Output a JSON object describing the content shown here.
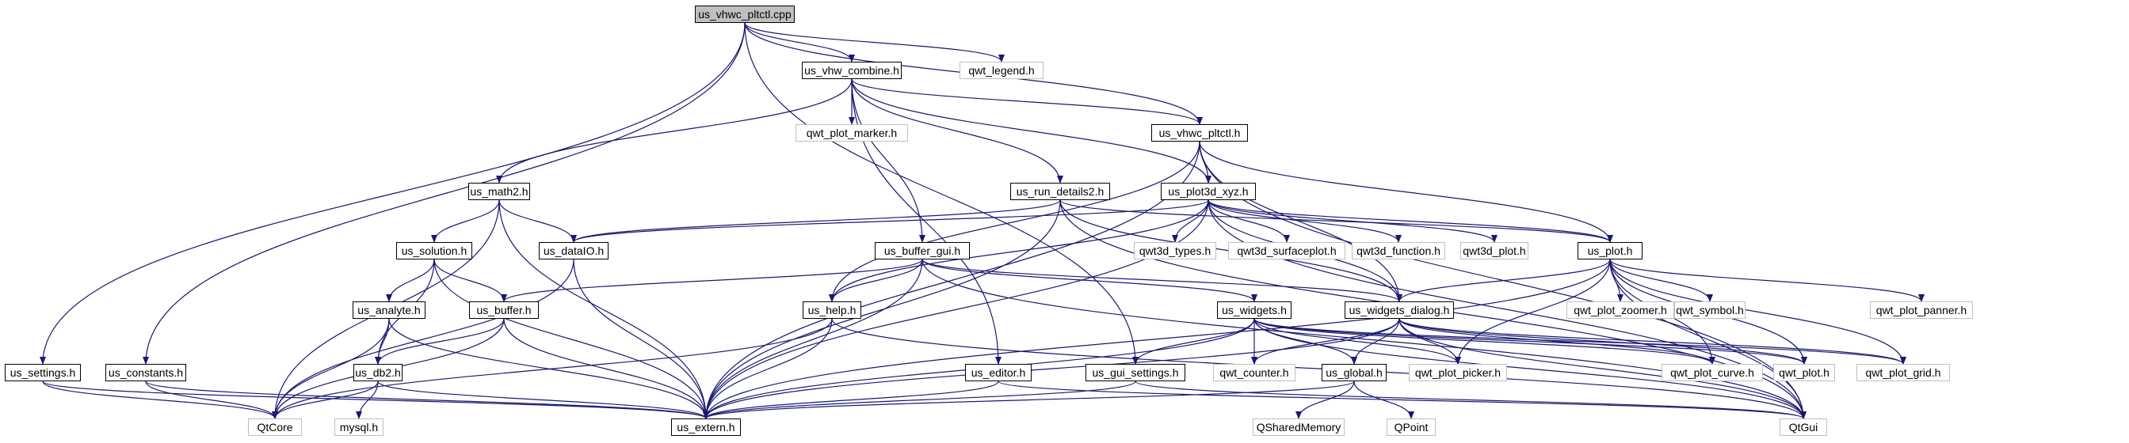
{
  "diagram": {
    "type": "include-dependency-graph",
    "nodes": [
      {
        "id": "root",
        "label": "us_vhwc_pltctl.cpp",
        "kind": "root"
      },
      {
        "id": "combine",
        "label": "us_vhw_combine.h",
        "kind": "local"
      },
      {
        "id": "qlegend",
        "label": "qwt_legend.h",
        "kind": "external"
      },
      {
        "id": "pltctl_h",
        "label": "us_vhwc_pltctl.h",
        "kind": "local"
      },
      {
        "id": "marker",
        "label": "qwt_plot_marker.h",
        "kind": "external"
      },
      {
        "id": "math2",
        "label": "us_math2.h",
        "kind": "local"
      },
      {
        "id": "rundet",
        "label": "us_run_details2.h",
        "kind": "local"
      },
      {
        "id": "plot3d",
        "label": "us_plot3d_xyz.h",
        "kind": "local"
      },
      {
        "id": "solution",
        "label": "us_solution.h",
        "kind": "local"
      },
      {
        "id": "dataio",
        "label": "us_dataIO.h",
        "kind": "local"
      },
      {
        "id": "bufgui",
        "label": "us_buffer_gui.h",
        "kind": "local"
      },
      {
        "id": "types3d",
        "label": "qwt3d_types.h",
        "kind": "external"
      },
      {
        "id": "surface3d",
        "label": "qwt3d_surfaceplot.h",
        "kind": "external"
      },
      {
        "id": "func3d",
        "label": "qwt3d_function.h",
        "kind": "external"
      },
      {
        "id": "plot3dq",
        "label": "qwt3d_plot.h",
        "kind": "external"
      },
      {
        "id": "usplot",
        "label": "us_plot.h",
        "kind": "local"
      },
      {
        "id": "settings",
        "label": "us_settings.h",
        "kind": "local"
      },
      {
        "id": "constants",
        "label": "us_constants.h",
        "kind": "local"
      },
      {
        "id": "analyte",
        "label": "us_analyte.h",
        "kind": "local"
      },
      {
        "id": "buffer",
        "label": "us_buffer.h",
        "kind": "local"
      },
      {
        "id": "help",
        "label": "us_help.h",
        "kind": "local"
      },
      {
        "id": "widgets",
        "label": "us_widgets.h",
        "kind": "local"
      },
      {
        "id": "wdialog",
        "label": "us_widgets_dialog.h",
        "kind": "local"
      },
      {
        "id": "zoomer",
        "label": "qwt_plot_zoomer.h",
        "kind": "external"
      },
      {
        "id": "symbol",
        "label": "qwt_symbol.h",
        "kind": "external"
      },
      {
        "id": "panner",
        "label": "qwt_plot_panner.h",
        "kind": "external"
      },
      {
        "id": "db2",
        "label": "us_db2.h",
        "kind": "local"
      },
      {
        "id": "editor",
        "label": "us_editor.h",
        "kind": "local"
      },
      {
        "id": "guiset",
        "label": "us_gui_settings.h",
        "kind": "local"
      },
      {
        "id": "counter",
        "label": "qwt_counter.h",
        "kind": "external"
      },
      {
        "id": "global",
        "label": "us_global.h",
        "kind": "local"
      },
      {
        "id": "picker",
        "label": "qwt_plot_picker.h",
        "kind": "external"
      },
      {
        "id": "curve",
        "label": "qwt_plot_curve.h",
        "kind": "external"
      },
      {
        "id": "qwtplot",
        "label": "qwt_plot.h",
        "kind": "external"
      },
      {
        "id": "grid",
        "label": "qwt_plot_grid.h",
        "kind": "external"
      },
      {
        "id": "qtcore",
        "label": "QtCore",
        "kind": "external"
      },
      {
        "id": "mysql",
        "label": "mysql.h",
        "kind": "external"
      },
      {
        "id": "extern",
        "label": "us_extern.h",
        "kind": "local"
      },
      {
        "id": "qshm",
        "label": "QSharedMemory",
        "kind": "external"
      },
      {
        "id": "qpoint",
        "label": "QPoint",
        "kind": "external"
      },
      {
        "id": "qtgui",
        "label": "QtGui",
        "kind": "external"
      }
    ],
    "edges": [
      [
        "root",
        "combine"
      ],
      [
        "root",
        "qlegend"
      ],
      [
        "root",
        "pltctl_h"
      ],
      [
        "root",
        "settings"
      ],
      [
        "root",
        "constants"
      ],
      [
        "root",
        "guiset"
      ],
      [
        "combine",
        "marker"
      ],
      [
        "combine",
        "math2"
      ],
      [
        "combine",
        "rundet"
      ],
      [
        "combine",
        "plot3d"
      ],
      [
        "combine",
        "bufgui"
      ],
      [
        "combine",
        "editor"
      ],
      [
        "combine",
        "pltctl_h"
      ],
      [
        "pltctl_h",
        "plot3d"
      ],
      [
        "pltctl_h",
        "usplot"
      ],
      [
        "pltctl_h",
        "wdialog"
      ],
      [
        "pltctl_h",
        "help"
      ],
      [
        "pltctl_h",
        "extern"
      ],
      [
        "pltctl_h",
        "qtgui"
      ],
      [
        "math2",
        "solution"
      ],
      [
        "math2",
        "dataio"
      ],
      [
        "math2",
        "extern"
      ],
      [
        "math2",
        "qtcore"
      ],
      [
        "rundet",
        "dataio"
      ],
      [
        "rundet",
        "extern"
      ],
      [
        "rundet",
        "usplot"
      ],
      [
        "rundet",
        "wdialog"
      ],
      [
        "rundet",
        "qtgui"
      ],
      [
        "plot3d",
        "types3d"
      ],
      [
        "plot3d",
        "surface3d"
      ],
      [
        "plot3d",
        "func3d"
      ],
      [
        "plot3d",
        "plot3dq"
      ],
      [
        "plot3d",
        "usplot"
      ],
      [
        "plot3d",
        "wdialog"
      ],
      [
        "plot3d",
        "help"
      ],
      [
        "plot3d",
        "dataio"
      ],
      [
        "plot3d",
        "extern"
      ],
      [
        "plot3d",
        "qtgui"
      ],
      [
        "solution",
        "analyte"
      ],
      [
        "solution",
        "buffer"
      ],
      [
        "solution",
        "db2"
      ],
      [
        "solution",
        "extern"
      ],
      [
        "dataio",
        "extern"
      ],
      [
        "dataio",
        "qtcore"
      ],
      [
        "bufgui",
        "buffer"
      ],
      [
        "bufgui",
        "help"
      ],
      [
        "bufgui",
        "widgets"
      ],
      [
        "bufgui",
        "wdialog"
      ],
      [
        "bufgui",
        "extern"
      ],
      [
        "bufgui",
        "qtgui"
      ],
      [
        "usplot",
        "zoomer"
      ],
      [
        "usplot",
        "symbol"
      ],
      [
        "usplot",
        "panner"
      ],
      [
        "usplot",
        "wdialog"
      ],
      [
        "usplot",
        "picker"
      ],
      [
        "usplot",
        "curve"
      ],
      [
        "usplot",
        "qwtplot"
      ],
      [
        "usplot",
        "grid"
      ],
      [
        "usplot",
        "extern"
      ],
      [
        "usplot",
        "qtgui"
      ],
      [
        "settings",
        "qtcore"
      ],
      [
        "settings",
        "extern"
      ],
      [
        "constants",
        "qtcore"
      ],
      [
        "constants",
        "extern"
      ],
      [
        "analyte",
        "db2"
      ],
      [
        "analyte",
        "extern"
      ],
      [
        "analyte",
        "qtcore"
      ],
      [
        "buffer",
        "db2"
      ],
      [
        "buffer",
        "extern"
      ],
      [
        "buffer",
        "qtcore"
      ],
      [
        "help",
        "extern"
      ],
      [
        "help",
        "qtcore"
      ],
      [
        "help",
        "qtgui"
      ],
      [
        "widgets",
        "guiset"
      ],
      [
        "widgets",
        "counter"
      ],
      [
        "widgets",
        "global"
      ],
      [
        "widgets",
        "picker"
      ],
      [
        "widgets",
        "curve"
      ],
      [
        "widgets",
        "qwtplot"
      ],
      [
        "widgets",
        "grid"
      ],
      [
        "widgets",
        "extern"
      ],
      [
        "widgets",
        "qtgui"
      ],
      [
        "wdialog",
        "counter"
      ],
      [
        "wdialog",
        "global"
      ],
      [
        "wdialog",
        "picker"
      ],
      [
        "wdialog",
        "curve"
      ],
      [
        "wdialog",
        "qwtplot"
      ],
      [
        "wdialog",
        "grid"
      ],
      [
        "wdialog",
        "extern"
      ],
      [
        "wdialog",
        "qtgui"
      ],
      [
        "db2",
        "mysql"
      ],
      [
        "db2",
        "extern"
      ],
      [
        "db2",
        "qtcore"
      ],
      [
        "editor",
        "extern"
      ],
      [
        "editor",
        "qtgui"
      ],
      [
        "guiset",
        "extern"
      ],
      [
        "guiset",
        "qtgui"
      ],
      [
        "global",
        "qshm"
      ],
      [
        "global",
        "qpoint"
      ],
      [
        "global",
        "extern"
      ]
    ]
  }
}
